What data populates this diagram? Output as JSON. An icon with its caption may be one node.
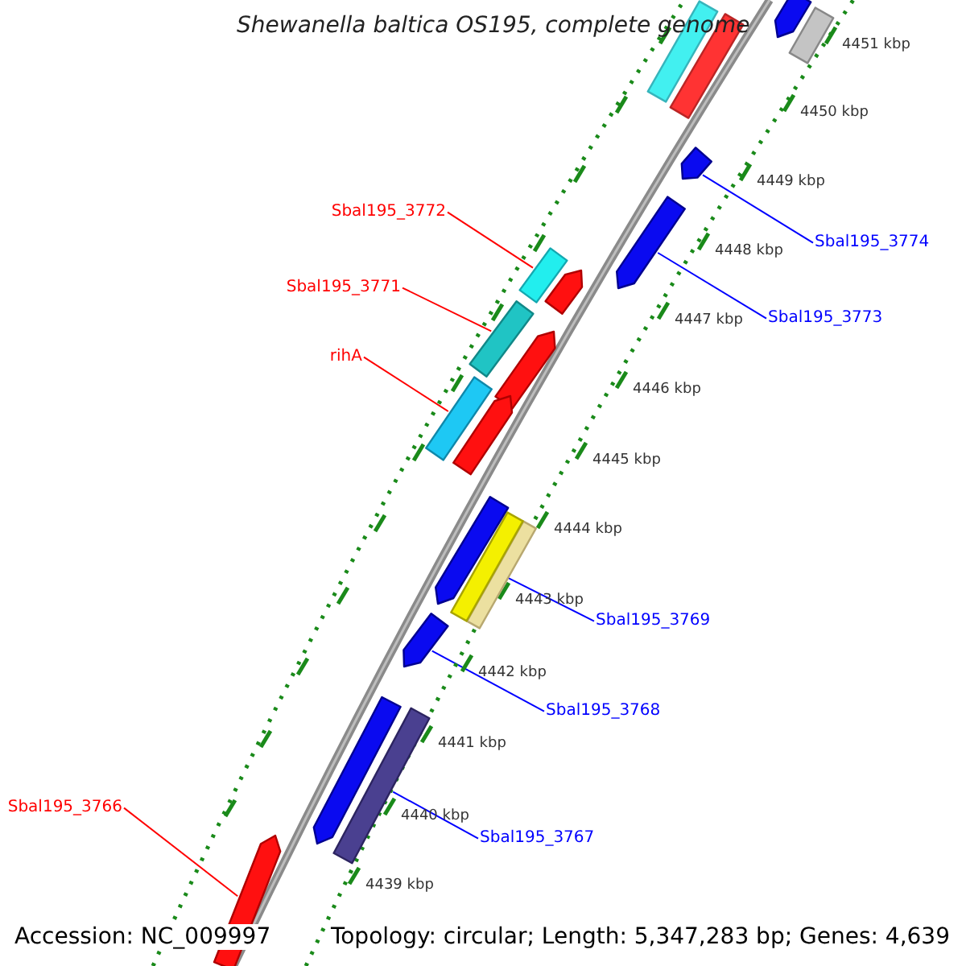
{
  "diagram": {
    "title": "Shewanella baltica OS195, complete genome",
    "nodes": [
      {
        "text": [
          "Sbal195_3772"
        ]
      },
      {
        "text": [],
        "shape": "box"
      },
      {
        "text": [
          "Sbal195_3774"
        ]
      },
      {
        "text": [],
        "shape": "arrow"
      },
      {
        "text": [
          "Sbal195_3771"
        ]
      },
      {
        "text": [],
        "shape": "box"
      },
      {
        "text": [
          "Sbal195_3773"
        ]
      },
      {
        "text": [],
        "shape": "arrow"
      },
      {
        "text": [
          "rihA"
        ]
      },
      {
        "text": [],
        "shape": "box"
      },
      {
        "text": [
          "Sbal195_3769"
        ]
      },
      {
        "text": [],
        "shape": "box"
      },
      {
        "text": [
          "Sbal195_3768"
        ]
      },
      {
        "text": [],
        "shape": "arrow"
      },
      {
        "text": [
          "Sbal195_3766"
        ]
      },
      {
        "text": [],
        "shape": "arrow"
      },
      {
        "text": [
          "Sbal195_3767"
        ]
      },
      {
        "text": [],
        "shape": "box"
      }
    ],
    "edges": [
      {
        "from": 0,
        "to": 1,
        "arrow": "none",
        "color": "#ff0000"
      },
      {
        "from": 2,
        "to": 3,
        "arrow": "none"
      },
      {
        "from": 4,
        "to": 5,
        "arrow": "none",
        "color": "#ff0000"
      },
      {
        "from": 6,
        "to": 7,
        "arrow": "none"
      },
      {
        "from": 8,
        "to": 9,
        "arrow": "none",
        "color": "#ff0000"
      },
      {
        "from": 10,
        "to": 11,
        "arrow": "none"
      },
      {
        "from": 12,
        "to": 13,
        "arrow": "none"
      },
      {
        "from": 14,
        "to": 15,
        "arrow": "none",
        "color": "#ff0000"
      },
      {
        "from": 16,
        "to": 17,
        "arrow": "none"
      }
    ],
    "labels": [
      "4451 kbp",
      "4450 kbp",
      "4449 kbp",
      "4448 kbp",
      "4447 kbp",
      "4446 kbp",
      "4445 kbp",
      "4444 kbp",
      "4443 kbp",
      "4442 kbp",
      "4441 kbp",
      "4440 kbp",
      "4439 kbp",
      "Accession: NC_009997",
      "Topology: circular; Length: 5,347,283 bp; Genes: 4,639"
    ]
  }
}
